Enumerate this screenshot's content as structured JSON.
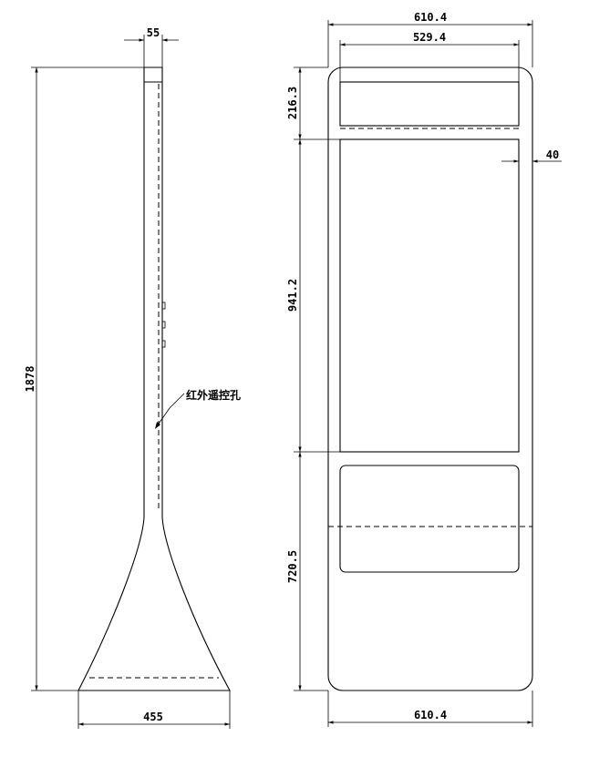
{
  "side_view": {
    "top_width": "55",
    "height": "1878",
    "base_width": "455",
    "ir_note": "红外遥控孔"
  },
  "front_view": {
    "overall_width_top": "610.4",
    "screen_width": "529.4",
    "top_band": "216.3",
    "screen_height": "941.2",
    "bottom_section": "720.5",
    "side_margin": "40",
    "overall_width_bottom": "610.4"
  }
}
